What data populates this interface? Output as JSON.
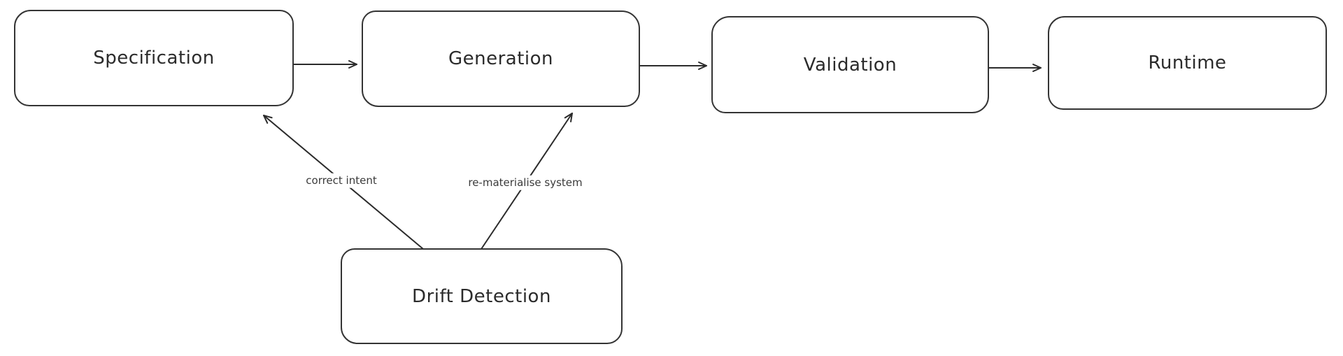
{
  "canvas": {
    "background": "#ffffff",
    "stroke_color": "#2b2b2b"
  },
  "nodes": {
    "specification": {
      "label": "Specification"
    },
    "generation": {
      "label": "Generation"
    },
    "validation": {
      "label": "Validation"
    },
    "runtime": {
      "label": "Runtime"
    },
    "drift_detection": {
      "label": "Drift Detection"
    }
  },
  "edges": {
    "spec_to_gen": {
      "from": "specification",
      "to": "generation",
      "label": ""
    },
    "gen_to_val": {
      "from": "generation",
      "to": "validation",
      "label": ""
    },
    "val_to_run": {
      "from": "validation",
      "to": "runtime",
      "label": ""
    },
    "drift_to_spec": {
      "from": "drift_detection",
      "to": "specification",
      "label": "correct intent"
    },
    "drift_to_gen": {
      "from": "drift_detection",
      "to": "generation",
      "label": "re-materialise system"
    }
  }
}
